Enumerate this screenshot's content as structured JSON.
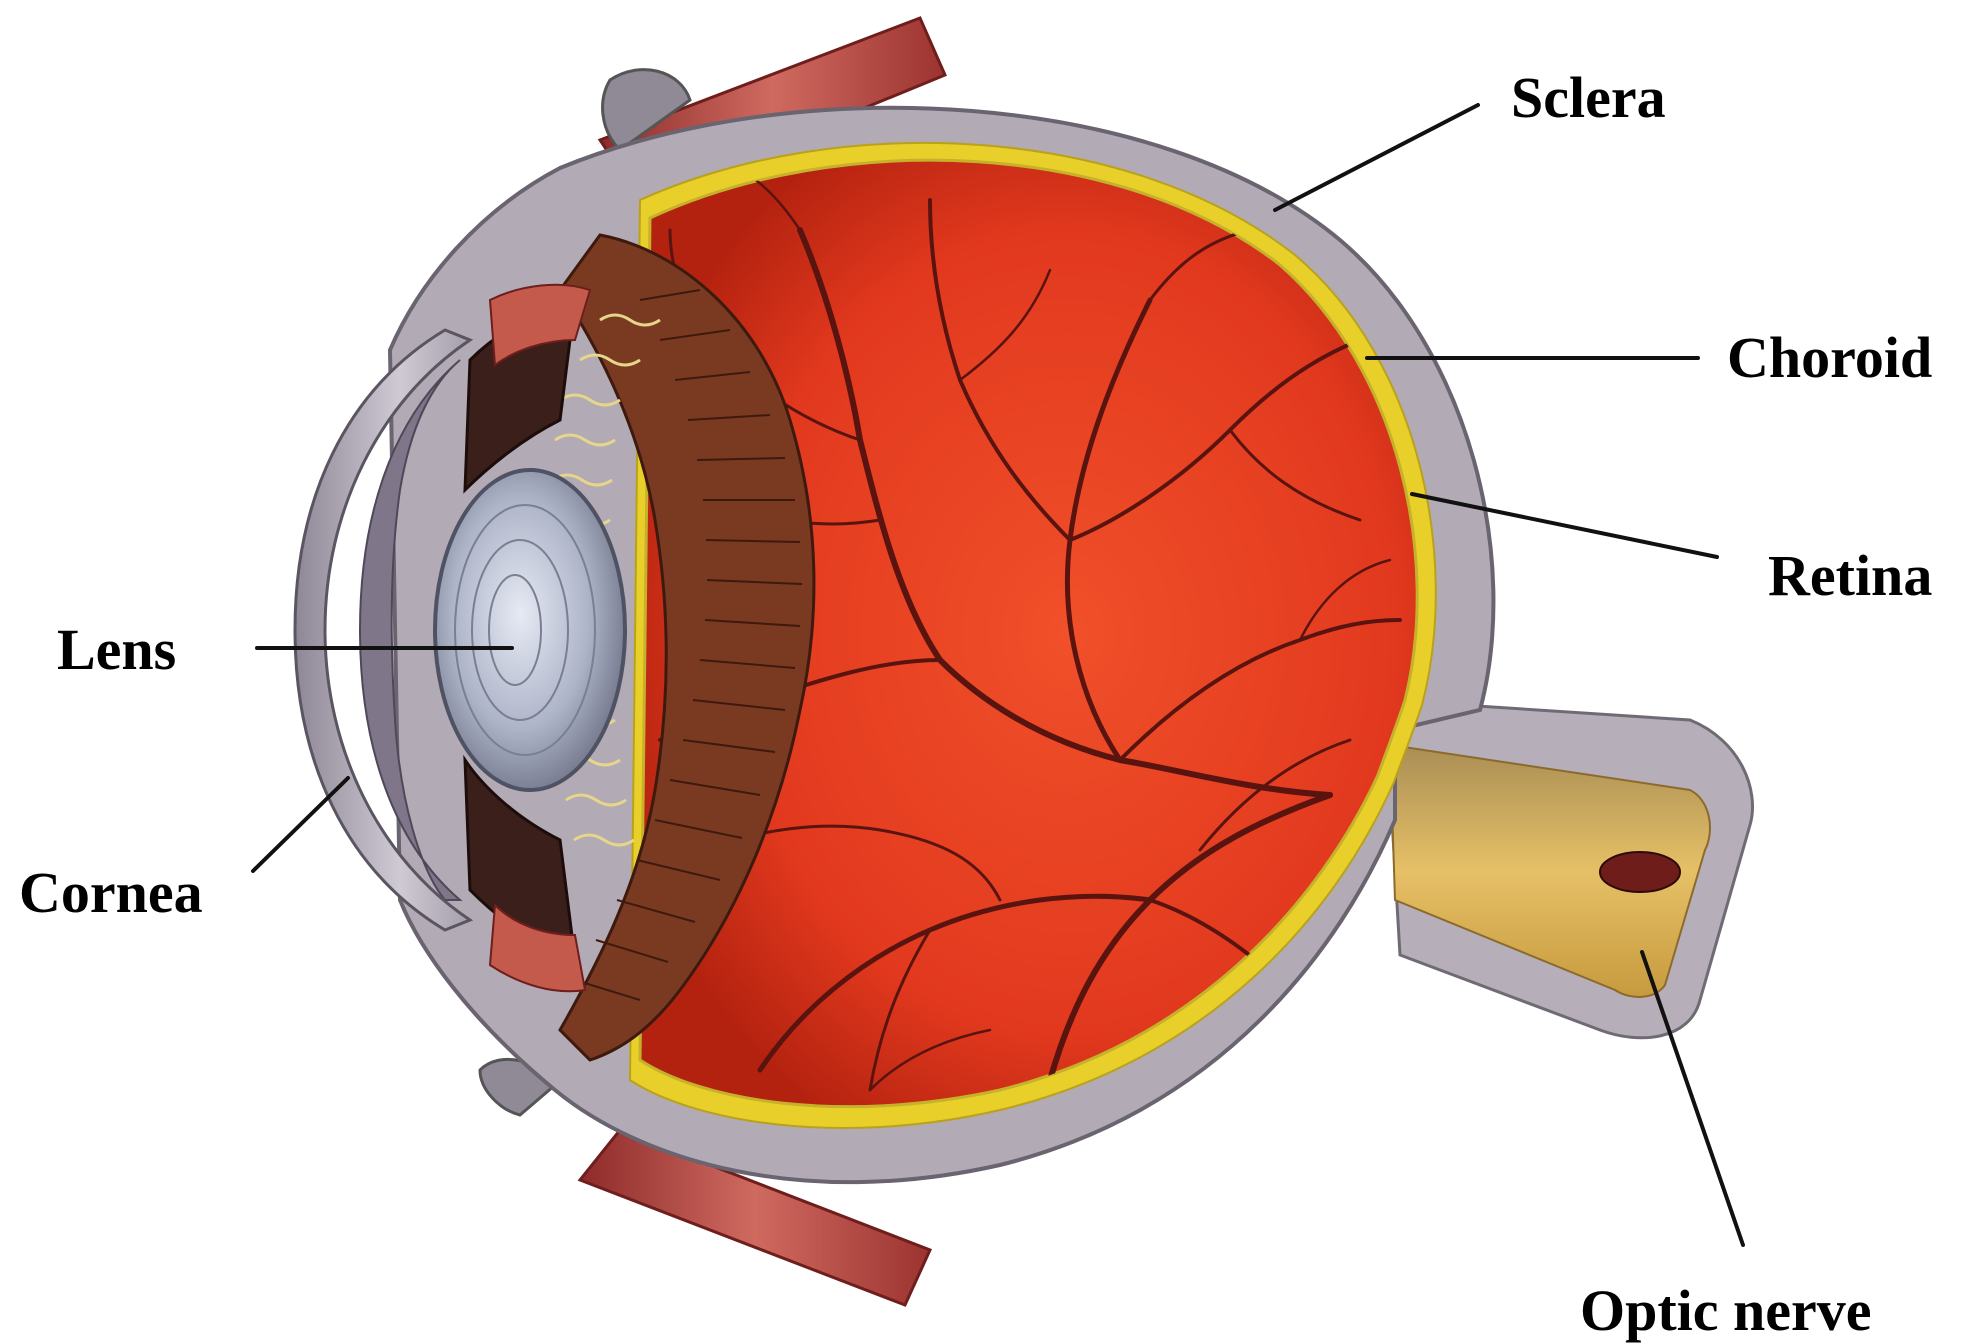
{
  "labels": {
    "sclera": "Sclera",
    "choroid": "Choroid",
    "retina": "Retina",
    "lens": "Lens",
    "cornea": "Cornea",
    "optic_nerve": "Optic nerve"
  },
  "colors": {
    "background": "#ffffff",
    "sclera": "#b2aab4",
    "choroid": "#e8cf2a",
    "retina_interior": "#e2391e",
    "blood_vessel": "#5a1410",
    "muscle": "#b8443e",
    "lens": "#a9afc4",
    "ciliary_body": "#7a3a22",
    "optic_nerve": "#e0b95a",
    "leader_line": "#111111",
    "label_text": "#000000"
  }
}
